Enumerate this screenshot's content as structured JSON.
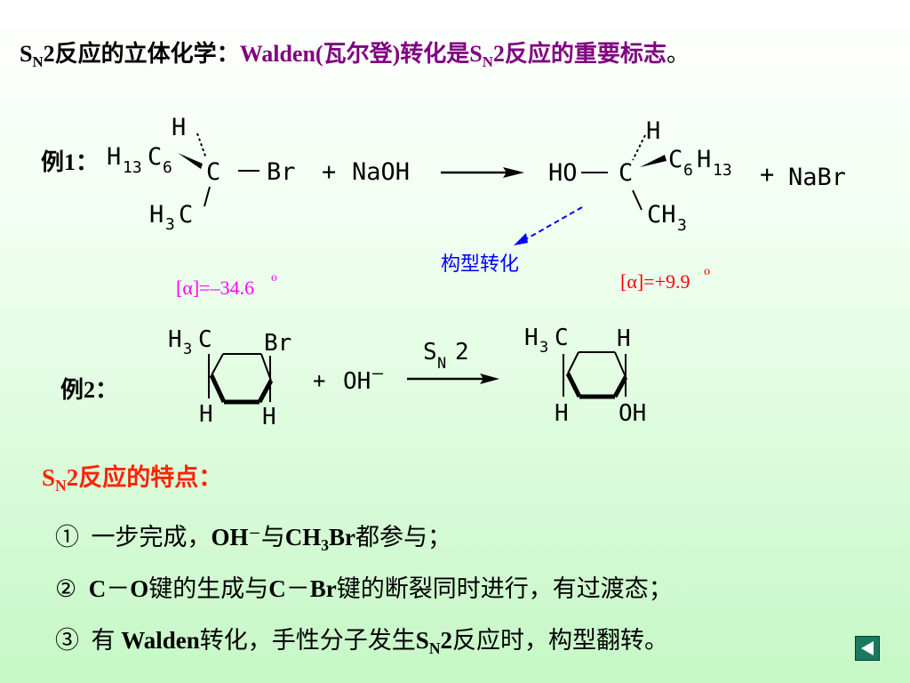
{
  "title": {
    "part1_s": "S",
    "part1_sub": "N",
    "part1_rest": "2反应的立体化学：",
    "highlight_a": "Walden(瓦尔登)转化是S",
    "highlight_sub": "N",
    "highlight_b": "2反应的重要标志",
    "period": "。"
  },
  "example1": {
    "label": "例1：",
    "reactant": {
      "H": "H",
      "H13": "H",
      "n13": "13",
      "C6": "C",
      "n6": "6",
      "C": "C",
      "Br": "Br",
      "H3": "H",
      "n3": "3",
      "C3": "C"
    },
    "plus1": "+",
    "reagent": "NaOH",
    "product": {
      "H": "H",
      "HO": "HO",
      "C": "C",
      "C6": "C",
      "n6": "6",
      "H13": "H",
      "n13": "13",
      "CH": "CH",
      "n3": "3"
    },
    "plus2": "+",
    "byproduct": "NaBr",
    "inversion_label": "构型转化",
    "rotation_left": "[α]=–34.6",
    "rotation_right": "[α]=+9.9",
    "degree": "o"
  },
  "example2": {
    "label": "例2：",
    "reactant": {
      "H3": "H",
      "n3": "3",
      "C": "C",
      "Br": "Br",
      "H_bl": "H",
      "H_br": "H"
    },
    "plus": "+",
    "nucleophile": "OH",
    "charge": "–",
    "arrow_s": "S",
    "arrow_sub": "N",
    "arrow_2": "2",
    "product": {
      "H3": "H",
      "n3": "3",
      "C": "C",
      "H_tr": "H",
      "H_bl": "H",
      "OH": "OH"
    }
  },
  "features": {
    "title_s": "S",
    "title_sub": "N",
    "title_rest": "2反应的特点：",
    "item1": {
      "num": "①",
      "a": "一步完成，",
      "b": "OH",
      "c": "⁻与",
      "d": "CH",
      "e": "3",
      "f": "Br",
      "g": "都参与；"
    },
    "item2": {
      "num": "②",
      "a": "C",
      "b": "－",
      "c": "O",
      "d": "键的生成与",
      "e": "C",
      "f": "－",
      "g": "Br",
      "h": "键的断裂同时进行，有过渡态；"
    },
    "item3": {
      "num": "③",
      "a": "有 ",
      "b": "Walden",
      "c": "转化，手性分子发生",
      "d": "S",
      "e": "N",
      "f": "2",
      "g": "反应时，构型翻转。"
    }
  },
  "colors": {
    "accent_title": "#800080",
    "features_title": "#ff2200",
    "rotation_left": "#ff00ff",
    "rotation_right": "#ff0000",
    "inversion": "#0000ff"
  },
  "nav_icon": "back-arrow-icon"
}
